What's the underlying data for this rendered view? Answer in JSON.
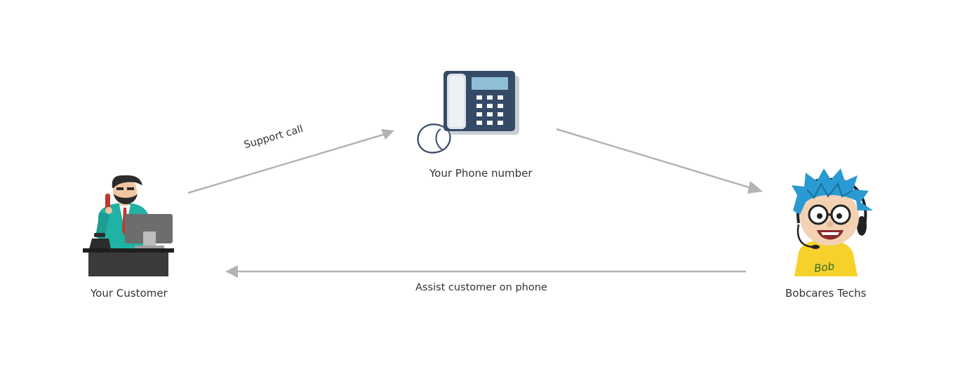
{
  "nodes": {
    "customer": {
      "label": "Your Customer"
    },
    "phone": {
      "label": "Your Phone number"
    },
    "techs": {
      "label": "Bobcares Techs",
      "shirt_text": "Bob"
    }
  },
  "edges": {
    "support_call": {
      "label": "Support call"
    },
    "assist": {
      "label": "Assist customer on phone"
    }
  },
  "colors": {
    "arrow": "#b3b3b3",
    "text": "#333333",
    "teal": "#20b2a5",
    "phone_body": "#354a66",
    "screen": "#8fbfd6",
    "hair": "#2a9bd2",
    "shirt": "#f7d12b"
  }
}
